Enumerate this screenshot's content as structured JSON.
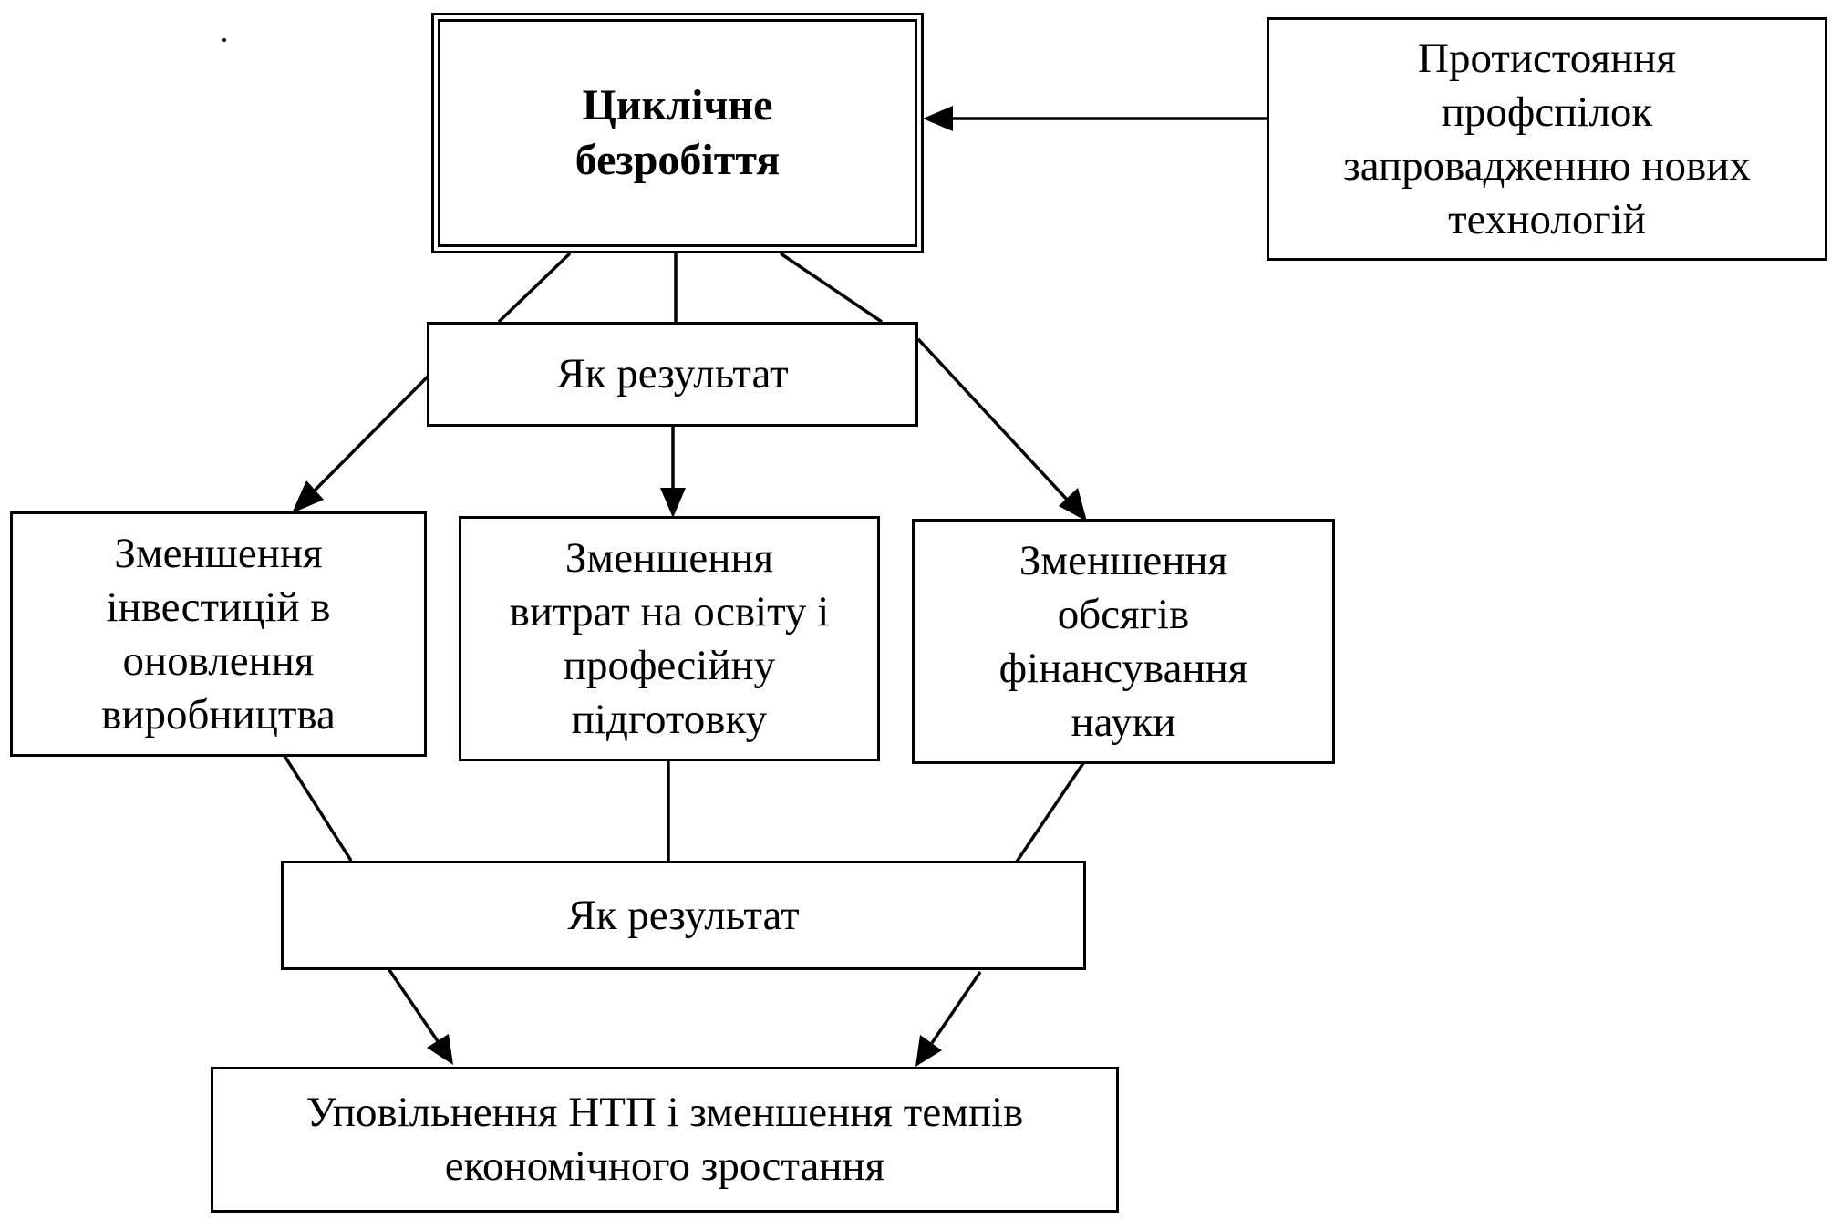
{
  "main_box": {
    "text": "Циклічне\nбезробіття"
  },
  "union_box": {
    "text": "Протистояння\nпрофспілок\nзапровадженню нових\nтехнологій"
  },
  "result_box_top": {
    "text": "Як результат"
  },
  "effect_investment": {
    "text": "Зменшення\nінвестицій в\nоновлення\nвиробництва"
  },
  "effect_education": {
    "text": "Зменшення\nвитрат на освіту і\nпрофесійну\nпідготовку"
  },
  "effect_science": {
    "text": "Зменшення\nобсягів\nфінансування\nнауки"
  },
  "result_box_bottom": {
    "text": "Як результат"
  },
  "final_box": {
    "text": "Уповільнення НТП і зменшення темпів\nекономічного зростання"
  }
}
